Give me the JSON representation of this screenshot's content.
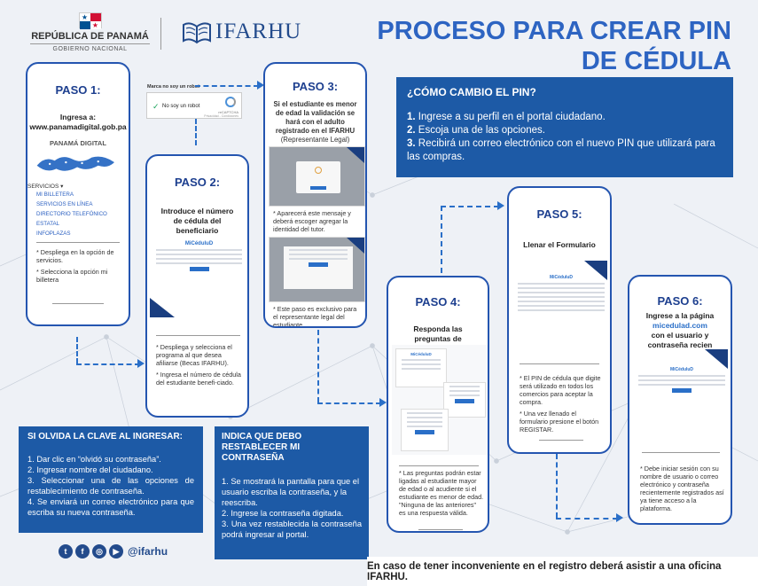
{
  "header": {
    "gov_title": "REPÚBLICA DE PANAMÁ",
    "gov_subtitle": "GOBIERNO NACIONAL",
    "ifarhu_logo": "IFARHU",
    "title_line1": "PROCESO PARA CREAR PIN",
    "title_line2": "DE CÉDULA"
  },
  "captcha": {
    "caption": "Marca no soy un robot",
    "label": "No soy un robot",
    "brand": "reCAPTCHA",
    "terms": "Privacidad - Condiciones"
  },
  "paso1": {
    "title": "PASO 1:",
    "ingresa": "Ingresa a:",
    "url": "www.panamadigital.gob.pa",
    "brand": "PANAMÁ DIGITAL",
    "servicios": "SERVICIOS",
    "menu": [
      "MI BILLETERA",
      "SERVICIOS EN LÍNEA",
      "DIRECTORIO TELEFÓNICO ESTATAL",
      "INFOPLAZAS"
    ],
    "notes": [
      "Despliega en la opción de servicios.",
      "Selecciona la opción mi billetera"
    ]
  },
  "paso2": {
    "title": "PASO 2:",
    "heading": "Introduce el número de cédula del beneficiario",
    "app": "MiCéduluD",
    "notes": [
      "Despliega y selecciona el programa al que desea afiliarse (Becas IFARHU).",
      "Ingresa el número de cédula del estudiante benefi-ciado."
    ]
  },
  "paso3": {
    "title": "PASO 3:",
    "heading_bold": "Si el estudiante es menor de edad la validación se hará con el adulto registrado en el IFARHU",
    "heading_paren": "(Representante Legal)",
    "note1": "Aparecerá este mensaje y deberá escoger agregar la identidad del tutor.",
    "note2": "Este paso es exclusivo para el representante legal del estudiante."
  },
  "paso4": {
    "title": "PASO 4:",
    "heading": "Responda las preguntas de seguridad.",
    "app": "MiCéduluD",
    "note": "Las preguntas podrán estar ligadas al estudiante mayor de edad o al acudiente si el estudiante es menor de edad. \"Ninguna de las anteriores\" es una respuesta válida."
  },
  "paso5": {
    "title": "PASO 5:",
    "heading": "Llenar el Formulario",
    "app": "MiCéduluD",
    "notes": [
      "El PIN de cédula que digite será utilizado en todos los comercios para aceptar la compra.",
      "Una vez llenado el formulario presione el botón REGISTAR."
    ]
  },
  "paso6": {
    "title": "PASO 6:",
    "heading1": "Ingrese a la página",
    "link": "micedulad.com",
    "heading2": "con el usuario y contraseña recien registrada",
    "app": "MiCéduluD",
    "note": "Debe iniciar sesión con su nombre de usuario o correo electrónico y contraseña recientemente registrados así ya tiene acceso a la plataforma."
  },
  "cambio_pin": {
    "title": "¿CÓMO CAMBIO EL PIN?",
    "items": [
      {
        "num": "1.",
        "text": "Ingrese a su perfil en el portal ciudadano."
      },
      {
        "num": "2.",
        "text": "Escoja una de las opciones."
      },
      {
        "num": "3.",
        "text": "Recibirá un correo electrónico con el nuevo PIN que utilizará para las compras."
      }
    ]
  },
  "olvida": {
    "title": "SI OLVIDA LA CLAVE AL INGRESAR:",
    "items": [
      "1. Dar clic en “olvidó su contraseña”.",
      "2. Ingresar nombre del ciudadano.",
      "3. Seleccionar una de las opciones de restablecimiento de contraseña.",
      "4. Se enviará un correo electrónico para que escriba su nueva contraseña."
    ]
  },
  "restablecer": {
    "title": "INDICA QUE DEBO RESTABLECER MI CONTRASEÑA",
    "items": [
      "1. Se mostrará la pantalla para que el usuario escriba la contraseña, y la reescriba.",
      "2. Ingrese la contraseña digitada.",
      "3. Una vez restablecida la contraseña podrá ingresar al portal."
    ]
  },
  "social": {
    "handle": "@ifarhu",
    "icons": [
      "twitter-icon",
      "facebook-icon",
      "instagram-icon",
      "youtube-icon"
    ]
  },
  "footer": "En caso de tener inconveniente en el registro deberá asistir a una oficina IFARHU.",
  "colors": {
    "primary": "#2d64c2",
    "dark_blue": "#1d5aa6",
    "navy": "#1d3f8f"
  }
}
